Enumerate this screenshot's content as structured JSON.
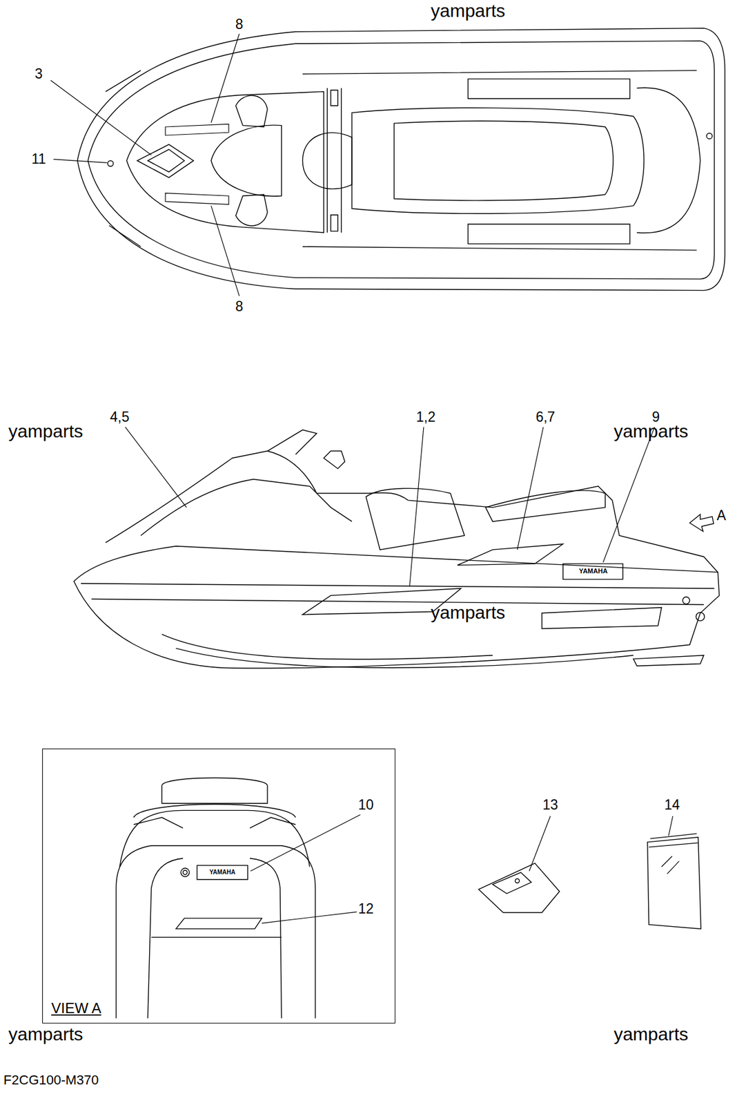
{
  "diagram": {
    "nodes": [
      {
        "text": [
          "VIEW A"
        ]
      }
    ],
    "labels": [
      "yamparts",
      "8",
      "3",
      "11",
      "8",
      "4,5",
      "1,2",
      "6,7",
      "9",
      "yamparts",
      "yamparts",
      "A",
      "YAMAHA",
      "yamparts",
      "10",
      "13",
      "14",
      "YAMAHA",
      "12",
      "yamparts",
      "yamparts",
      "F2CG100-M370"
    ]
  }
}
